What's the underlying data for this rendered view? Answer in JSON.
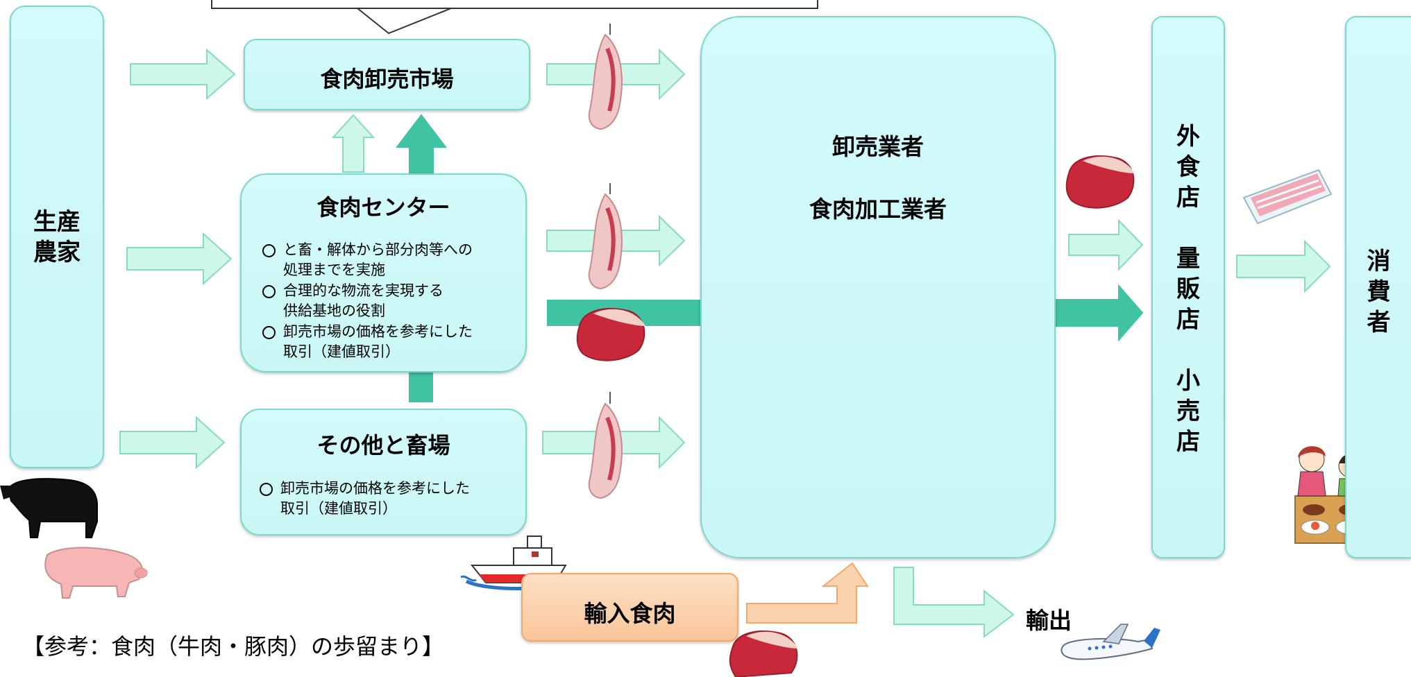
{
  "producers": {
    "line1": "生産",
    "line2": "農家"
  },
  "wholesale_market": {
    "title": "食肉卸売市場"
  },
  "meat_center": {
    "title": "食肉センター",
    "bullets": [
      {
        "l1": "と畜・解体から部分肉等への",
        "l2": "処理までを実施"
      },
      {
        "l1": "合理的な物流を実現する",
        "l2": "供給基地の役割"
      },
      {
        "l1": "卸売市場の価格を参考にした",
        "l2": "取引（建値取引）"
      }
    ]
  },
  "other_slaughterhouse": {
    "title": "その他と畜場",
    "bullets": [
      {
        "l1": "卸売市場の価格を参考にした",
        "l2": "取引（建値取引）"
      }
    ]
  },
  "wholesaler": {
    "line1": "卸売業者",
    "line2": "食肉加工業者"
  },
  "retail": {
    "chars": [
      "外",
      "食",
      "店",
      "",
      "量",
      "販",
      "店",
      "",
      "小",
      "売",
      "店"
    ]
  },
  "consumers": {
    "chars": [
      "消",
      "費",
      "者"
    ]
  },
  "imported_meat": {
    "label": "輸入食肉"
  },
  "export": {
    "label": "輸出"
  },
  "reference": {
    "label": "【参考：食肉（牛肉・豚肉）の歩留まり】"
  },
  "colors": {
    "box_fill": "#d0fafa",
    "box_border": "#7cd9c6",
    "arrow_light": "#c8f5e6",
    "arrow_dark": "#3fc3a2",
    "import_fill": "#fbd2ae",
    "import_border": "#f3a86a"
  }
}
